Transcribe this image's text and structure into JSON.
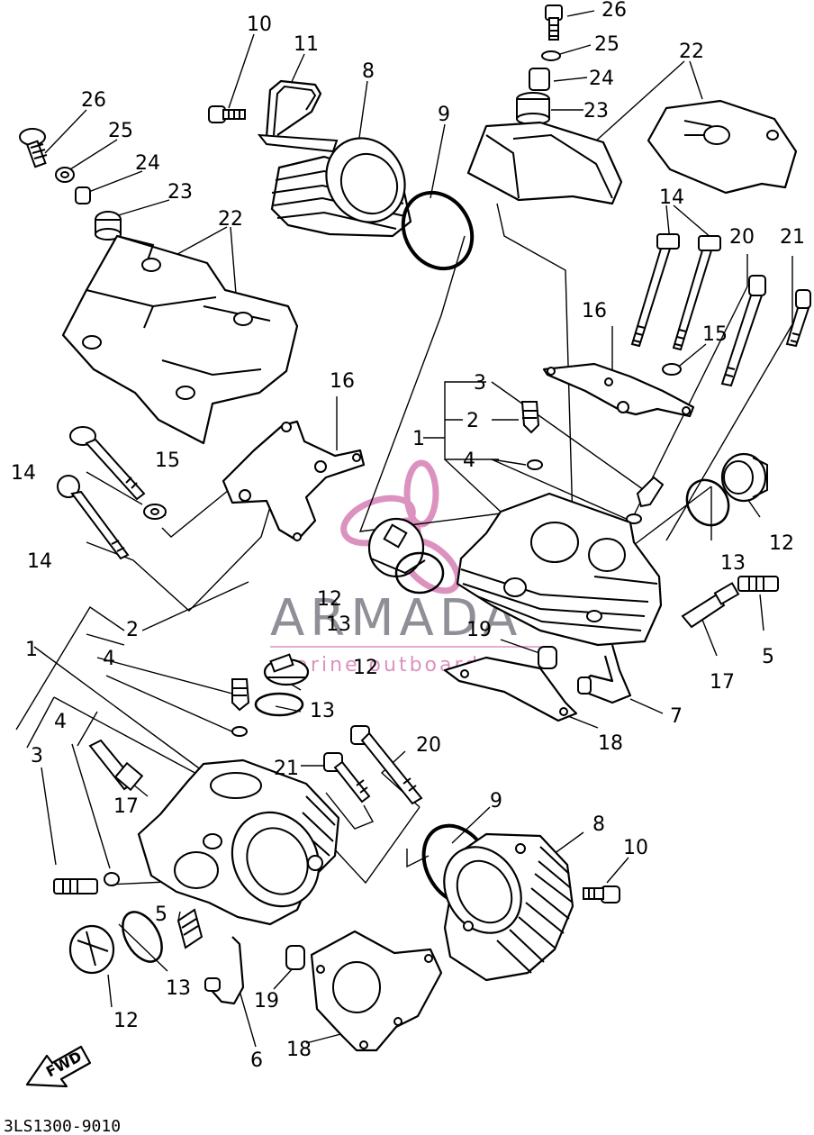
{
  "callouts": {
    "c26a": "26",
    "c25a": "25",
    "c24a": "24",
    "c23a": "23",
    "c22a": "22",
    "c10a": "10",
    "c11": "11",
    "c8a": "8",
    "c9a": "9",
    "c26b": "26",
    "c25b": "25",
    "c24b": "24",
    "c23b": "23",
    "c22b": "22",
    "c14a": "14",
    "c20a": "20",
    "c21a": "21",
    "c16a": "16",
    "c15a": "15",
    "c3a": "3",
    "c2a": "2",
    "c1a": "1",
    "c4a": "4",
    "c16b": "16",
    "c15b": "15",
    "c14b": "14",
    "c14c": "14",
    "c12a": "12",
    "c13a": "13",
    "c12b": "12",
    "c13b": "13",
    "c5a": "5",
    "c17a": "17",
    "c19a": "19",
    "c7": "7",
    "c18a": "18",
    "c2b": "2",
    "c4b": "4",
    "c1b": "1",
    "c12c": "12",
    "c13c": "13",
    "c4c": "4",
    "c3b": "3",
    "c17b": "17",
    "c21b": "21",
    "c20b": "20",
    "c9b": "9",
    "c8b": "8",
    "c10b": "10",
    "c5b": "5",
    "c12d": "12",
    "c13d": "13",
    "c19b": "19",
    "c6": "6",
    "c18b": "18"
  },
  "watermark": {
    "brand": "ARMADA",
    "tagline": "marine outboards",
    "accent_color": "#d77fb4"
  },
  "fwd_label": "FWD",
  "diagram_code": "3LS1300-9010"
}
